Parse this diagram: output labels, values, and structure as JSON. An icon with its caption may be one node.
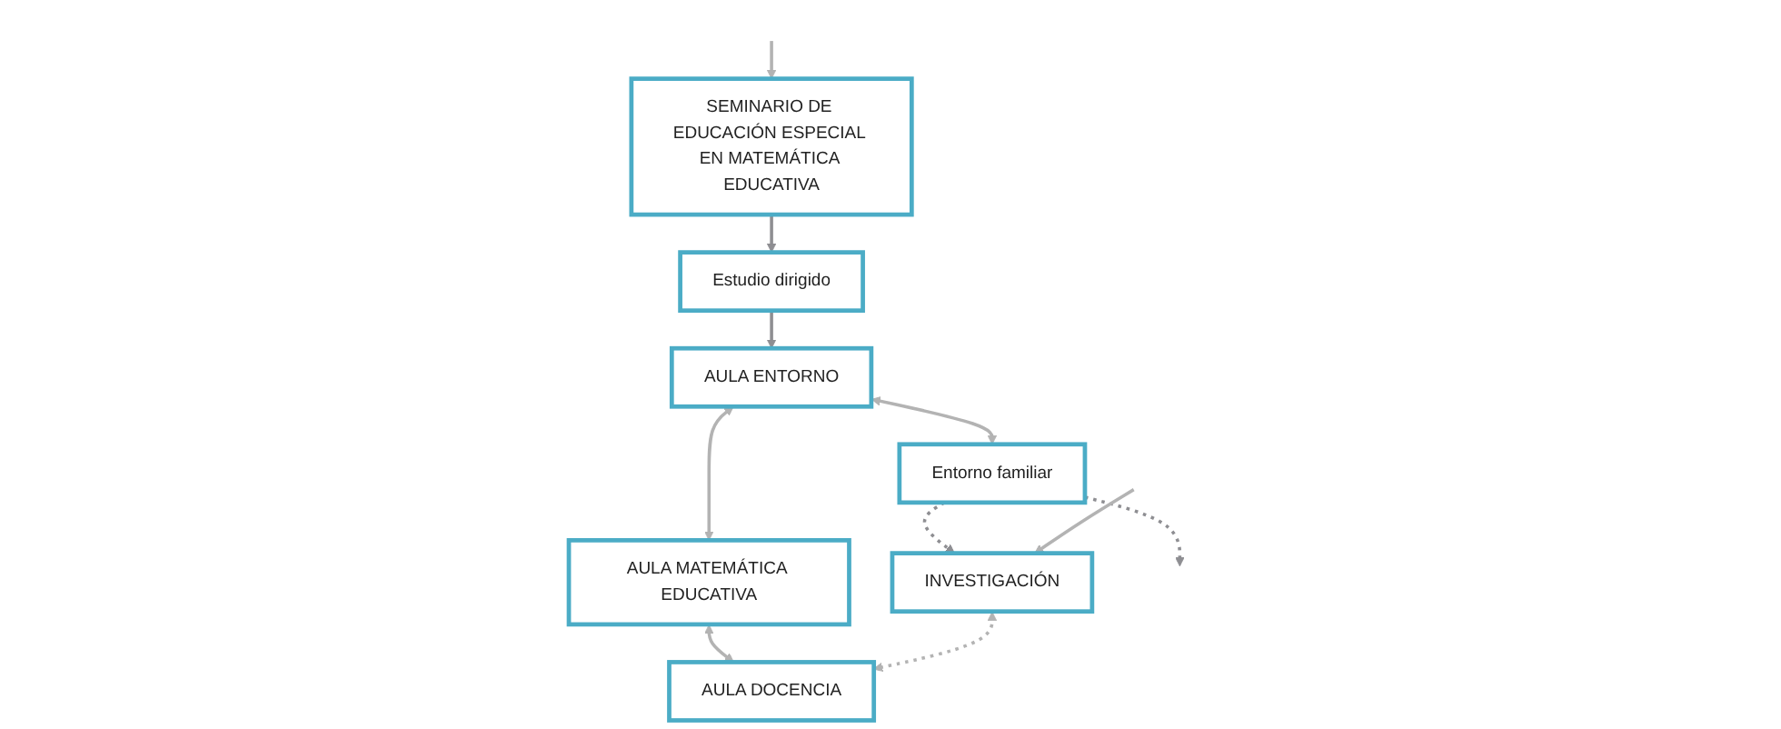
{
  "diagram": {
    "nodes": [
      {
        "text": [
          "SEMINARIO DE EDUCACIÓN ESPECIAL EN MATEMÁTICA EDUCATIVA"
        ]
      },
      {
        "text": [
          "Estudio dirigido"
        ]
      },
      {
        "text": [
          "AULA ENTORNO"
        ]
      },
      {
        "text": [
          "AULA MATEMÁTICA EDUCATIVA"
        ]
      },
      {
        "text": [
          "AULA DOCENCIA"
        ]
      },
      {
        "text": [
          "Entorno familiar"
        ]
      },
      {
        "text": [
          "INVESTIGACIÓN"
        ]
      }
    ],
    "edges": [
      {
        "from": 0,
        "to": 1,
        "arrow": "to",
        "color": "#8e8e92"
      },
      {
        "from": 1,
        "to": 2,
        "arrow": "to",
        "color": "#8e8e92"
      },
      {
        "from": 2,
        "to": 3,
        "arrow": "both"
      },
      {
        "from": 3,
        "to": 4,
        "arrow": "both"
      },
      {
        "from": 2,
        "to": 5,
        "arrow": "both"
      },
      {
        "from": 5,
        "to": null,
        "arrow": "to",
        "style": "dashed",
        "color": "#8e8e92"
      },
      {
        "from": 5,
        "to": 6,
        "arrow": "to",
        "style": "dashed",
        "color": "#8e8e92"
      },
      {
        "from": 6,
        "to": 4,
        "arrow": "both",
        "style": "dashed"
      },
      {
        "from": null,
        "to": 0,
        "arrow": "to"
      },
      {
        "from": null,
        "to": 6,
        "arrow": "to"
      }
    ]
  }
}
